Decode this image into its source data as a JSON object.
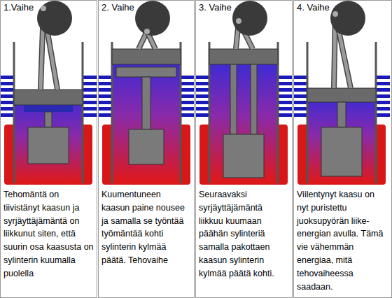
{
  "diagram": {
    "nodes": [
      {
        "text": [
          "1.Vaihe",
          "Tehomäntä on tiivistänyt kaasun ja syrjäyttäjämäntä on liikkunut siten, että suurin osa kaasusta on sylinterin kuumalla puolella"
        ]
      },
      {
        "text": [
          "2. Vaihe",
          "Kuumentuneen kaasun paine nousee ja samalla se työntää työmäntää kohti sylinterin kylmää päätä. Tehovaihe"
        ]
      },
      {
        "text": [
          "3. Vaihe",
          "Seuraavaksi syrjäyttäjämäntä liikkuu kuumaan päähän sylinteriä samalla pakottaen kaasun sylinterin kylmää päätä kohti."
        ]
      },
      {
        "text": [
          "4. Vaihe",
          "Viilentynyt kaasu on nyt puristettu juoksupyörän liike-energian avulla. Tämä vie vähemmän energiaa, mitä tehovaiheessa saadaan."
        ]
      }
    ]
  }
}
